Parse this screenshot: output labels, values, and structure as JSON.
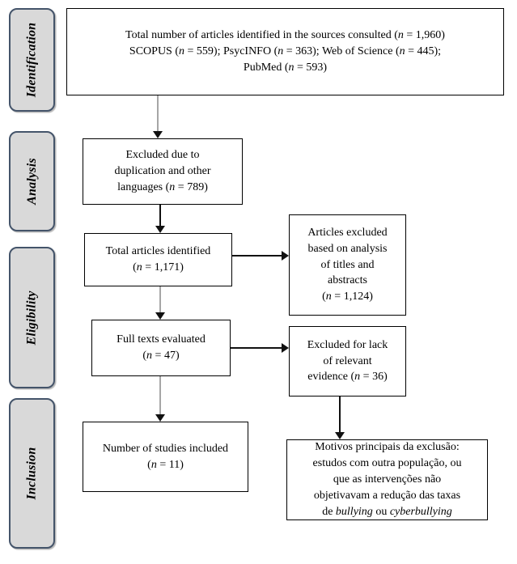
{
  "colors": {
    "background": "#ffffff",
    "sidebar_fill": "#d9d9d9",
    "sidebar_border": "#44546a",
    "box_border": "#000000",
    "arrow_gray": "#a6a6a6",
    "arrow_black": "#111111"
  },
  "sidebar": {
    "stages": [
      {
        "label": "Identification"
      },
      {
        "label": "Analysis"
      },
      {
        "label": "Eligibility"
      },
      {
        "label": "Inclusion"
      }
    ]
  },
  "boxes": {
    "total_sources": {
      "lines": [
        [
          {
            "t": "Total number of articles identified in the sources consulted ("
          },
          {
            "t": "n",
            "i": true
          },
          {
            "t": " = 1,960)"
          }
        ],
        [
          {
            "t": "SCOPUS ("
          },
          {
            "t": "n",
            "i": true
          },
          {
            "t": " = 559); PsycINFO ("
          },
          {
            "t": "n",
            "i": true
          },
          {
            "t": " = 363); Web of Science ("
          },
          {
            "t": "n",
            "i": true
          },
          {
            "t": " = 445);"
          }
        ],
        [
          {
            "t": "PubMed ("
          },
          {
            "t": "n",
            "i": true
          },
          {
            "t": " = 593)"
          }
        ]
      ]
    },
    "excluded_duplication": {
      "lines": [
        [
          {
            "t": "Excluded due to"
          }
        ],
        [
          {
            "t": "duplication and other"
          }
        ],
        [
          {
            "t": "languages ("
          },
          {
            "t": "n",
            "i": true
          },
          {
            "t": " = 789)"
          }
        ]
      ]
    },
    "total_identified": {
      "lines": [
        [
          {
            "t": "Total articles identified"
          }
        ],
        [
          {
            "t": "("
          },
          {
            "t": "n",
            "i": true
          },
          {
            "t": " = 1,171)"
          }
        ]
      ]
    },
    "full_texts_evaluated": {
      "lines": [
        [
          {
            "t": "Full texts evaluated"
          }
        ],
        [
          {
            "t": "("
          },
          {
            "t": "n",
            "i": true
          },
          {
            "t": " = 47)"
          }
        ]
      ]
    },
    "studies_included": {
      "lines": [
        [
          {
            "t": "Number of studies included"
          }
        ],
        [
          {
            "t": "("
          },
          {
            "t": "n",
            "i": true
          },
          {
            "t": " = 11)"
          }
        ]
      ]
    },
    "excluded_titles_abstracts": {
      "lines": [
        [
          {
            "t": "Articles excluded"
          }
        ],
        [
          {
            "t": "based on analysis"
          }
        ],
        [
          {
            "t": "of titles and"
          }
        ],
        [
          {
            "t": "abstracts"
          }
        ],
        [
          {
            "t": "("
          },
          {
            "t": "n",
            "i": true
          },
          {
            "t": " = 1,124)"
          }
        ]
      ]
    },
    "excluded_lack_evidence": {
      "lines": [
        [
          {
            "t": "Excluded for lack"
          }
        ],
        [
          {
            "t": "of relevant"
          }
        ],
        [
          {
            "t": "evidence ("
          },
          {
            "t": "n",
            "i": true
          },
          {
            "t": " = 36)"
          }
        ]
      ]
    },
    "exclusion_reasons": {
      "lines": [
        [
          {
            "t": "Motivos principais da exclusão:"
          }
        ],
        [
          {
            "t": "estudos com outra população, ou"
          }
        ],
        [
          {
            "t": "que as intervenções não"
          }
        ],
        [
          {
            "t": "objetivavam a redução das taxas"
          }
        ],
        [
          {
            "t": "de "
          },
          {
            "t": "bullying",
            "i": true
          },
          {
            "t": " ou "
          },
          {
            "t": "cyberbullying",
            "i": true
          }
        ]
      ]
    }
  }
}
